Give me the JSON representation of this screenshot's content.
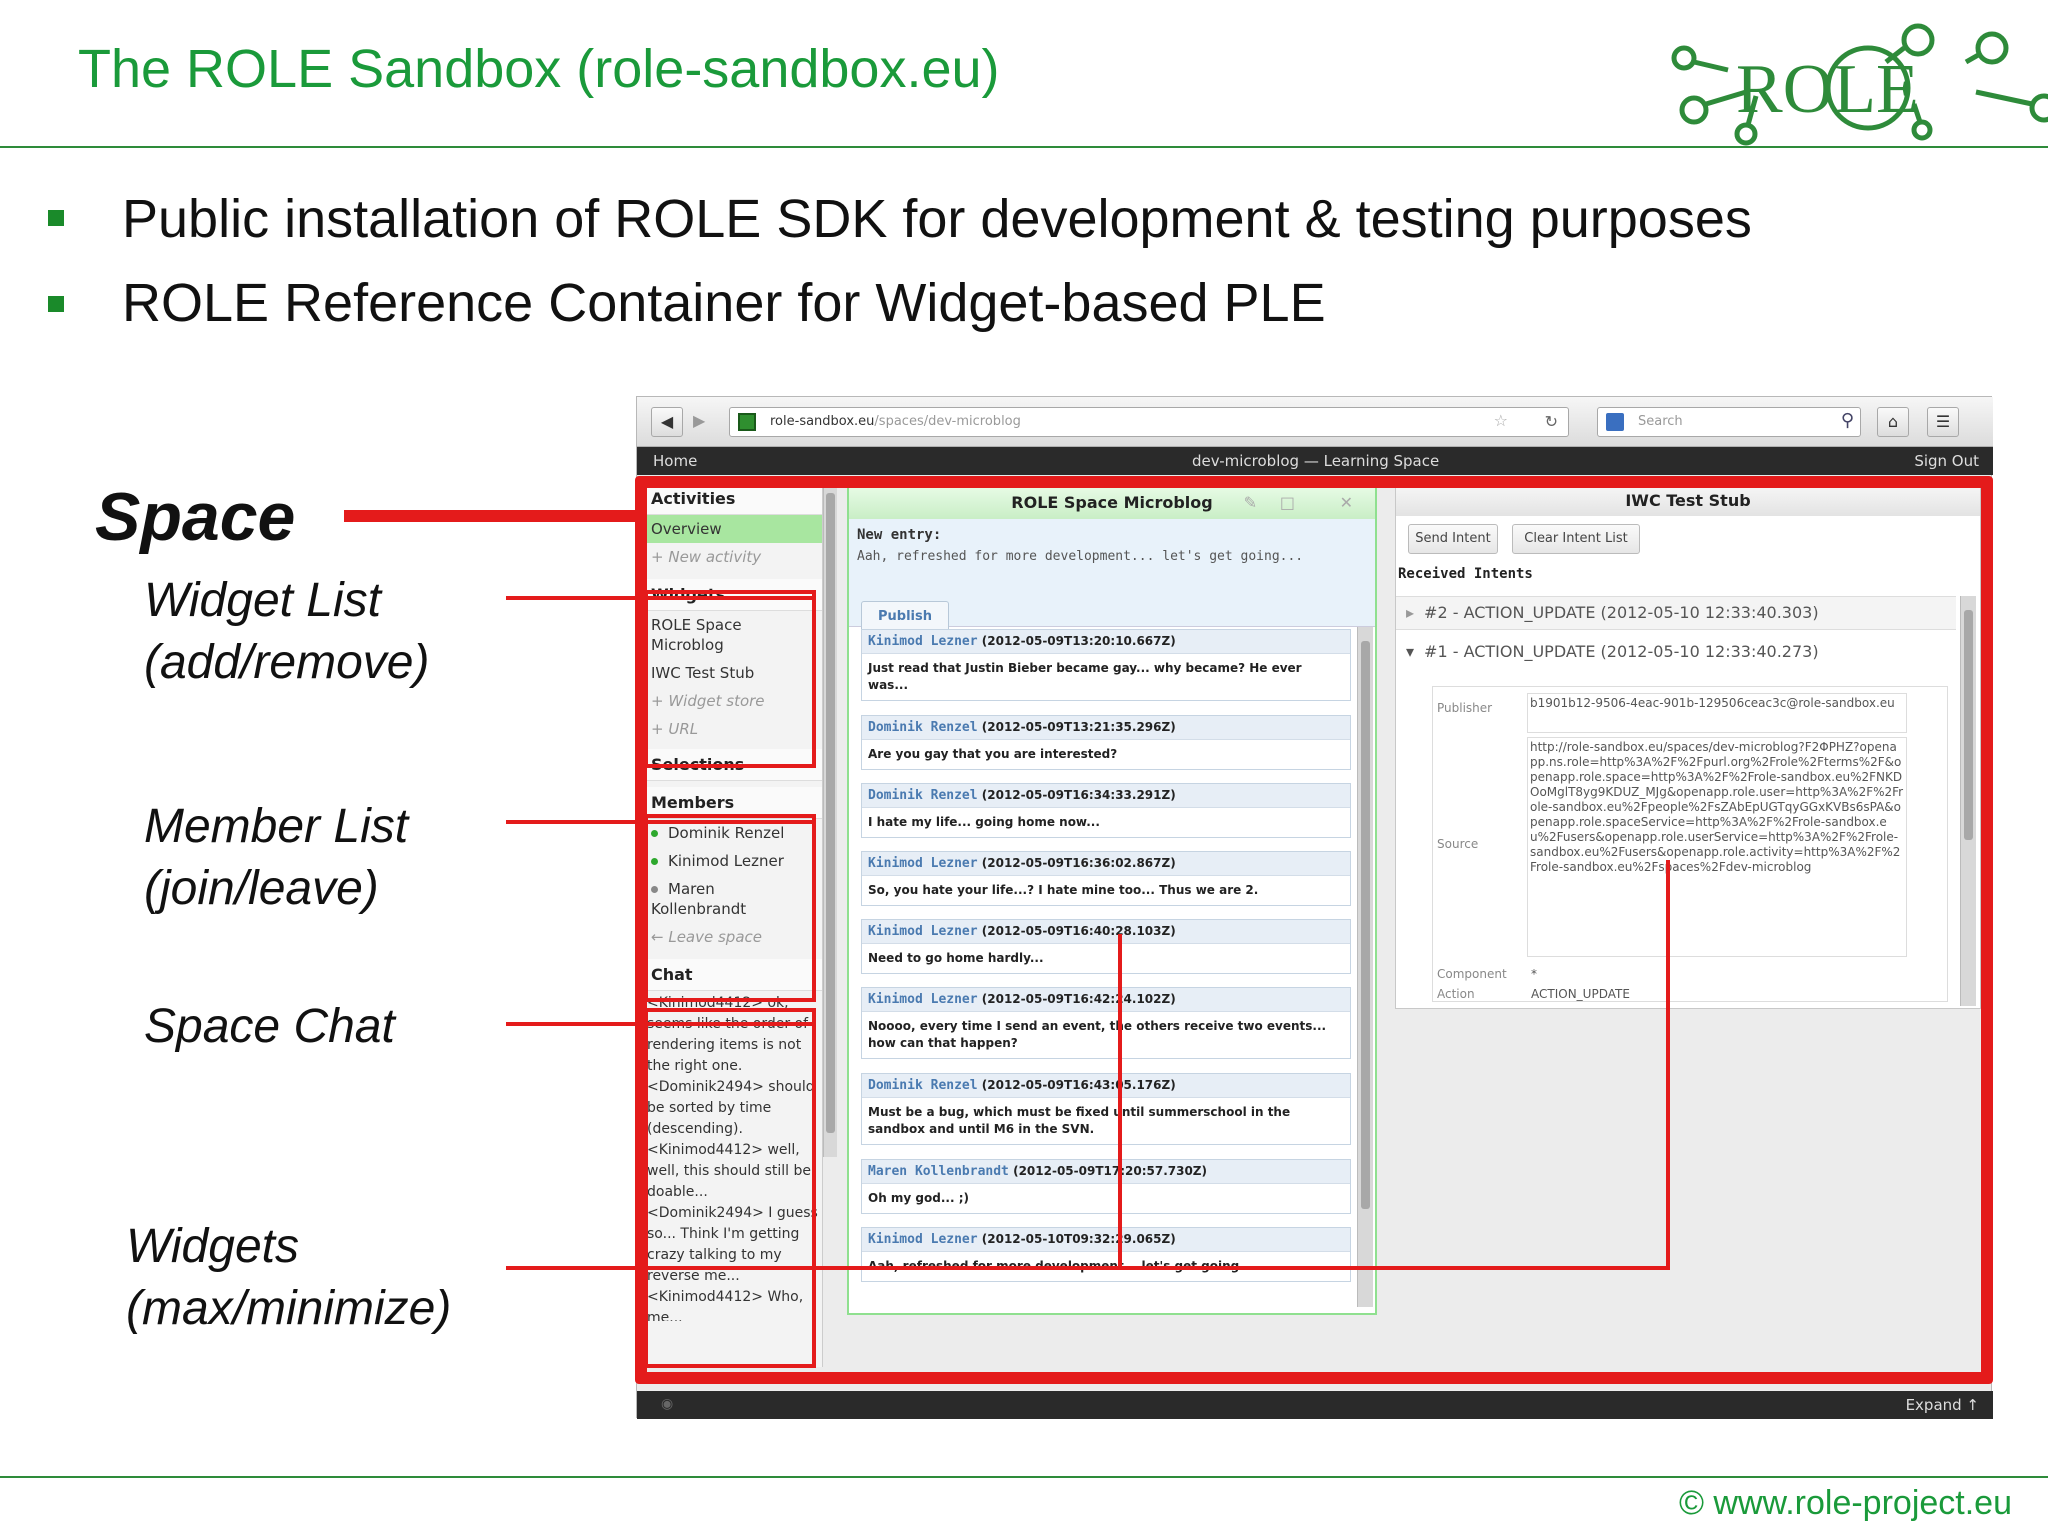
{
  "slide": {
    "title": "The ROLE Sandbox (role-sandbox.eu)",
    "bullets": [
      "Public installation of ROLE SDK for development & testing purposes",
      "ROLE Reference Container for Widget-based PLE"
    ],
    "footer": "© www.role-project.eu",
    "logo_text": "ROLE"
  },
  "annotations": {
    "space": "Space",
    "widget_list": [
      "Widget List",
      "(add/remove)"
    ],
    "member_list": [
      "Member List",
      "(join/leave)"
    ],
    "space_chat": "Space Chat",
    "widgets": [
      "Widgets",
      "(max/minimize)"
    ]
  },
  "browser": {
    "url_host": "role-sandbox.eu",
    "url_path": "/spaces/dev-microblog",
    "search_placeholder": "Search",
    "home_link": "Home",
    "center_title": "dev-microblog — Learning Space",
    "sign_out": "Sign Out",
    "expand": "Expand ↑"
  },
  "left_panel": {
    "activities_header": "Activities",
    "overview": "Overview",
    "new_activity": "New activity",
    "widgets_header": "Widgets",
    "widgets": [
      "ROLE Space Microblog",
      "IWC Test Stub"
    ],
    "widget_store": "Widget store",
    "url": "URL",
    "selections_header": "Selections",
    "members_header": "Members",
    "members": [
      "Dominik Renzel",
      "Kinimod Lezner",
      "Maren Kollenbrandt"
    ],
    "leave_space": "Leave space",
    "chat_header": "Chat",
    "chat_text": "<Kinimod4412> ok, seems like the order of rendering items is not the right one.\n<Dominik2494> should be sorted by time (descending).\n<Kinimod4412> well, well, this should still be doable...\n<Dominik2494> I guess so... Think I'm getting crazy talking to my reverse me...\n<Kinimod4412> Who, me..."
  },
  "microblog": {
    "title": "ROLE Space Microblog",
    "entry_label": "New entry:",
    "entry_text": "Aah, refreshed for more development... let's get going...",
    "publish": "Publish",
    "posts": [
      {
        "author": "Kinimod Lezner",
        "time": "(2012-05-09T13:20:10.667Z)",
        "text": "Just read that Justin Bieber became gay... why became? He ever was..."
      },
      {
        "author": "Dominik Renzel",
        "time": "(2012-05-09T13:21:35.296Z)",
        "text": "Are you gay that you are interested?"
      },
      {
        "author": "Dominik Renzel",
        "time": "(2012-05-09T16:34:33.291Z)",
        "text": "I hate my life... going home now..."
      },
      {
        "author": "Kinimod Lezner",
        "time": "(2012-05-09T16:36:02.867Z)",
        "text": "So, you hate your life...? I hate mine too... Thus we are 2."
      },
      {
        "author": "Kinimod Lezner",
        "time": "(2012-05-09T16:40:28.103Z)",
        "text": "Need to go home hardly..."
      },
      {
        "author": "Kinimod Lezner",
        "time": "(2012-05-09T16:42:24.102Z)",
        "text": "Noooo, every time I send an event, the others receive two events... how can that happen?"
      },
      {
        "author": "Dominik Renzel",
        "time": "(2012-05-09T16:43:05.176Z)",
        "text": "Must be a bug, which must be fixed until summerschool in the sandbox and until M6 in the SVN."
      },
      {
        "author": "Maren Kollenbrandt",
        "time": "(2012-05-09T17:20:57.730Z)",
        "text": "Oh my god... ;)"
      },
      {
        "author": "Kinimod Lezner",
        "time": "(2012-05-10T09:32:29.065Z)",
        "text": "Aah, refreshed for more development... let's get going..."
      }
    ]
  },
  "iwc": {
    "title": "IWC Test Stub",
    "send_intent": "Send Intent",
    "clear_list": "Clear Intent List",
    "received": "Received Intents",
    "intents": [
      "#2 - ACTION_UPDATE (2012-05-10 12:33:40.303)",
      "#1 - ACTION_UPDATE (2012-05-10 12:33:40.273)"
    ],
    "publisher_label": "Publisher",
    "publisher_value": "b1901b12-9506-4eac-901b-129506ceac3c@role-sandbox.eu",
    "source_label": "Source",
    "source_value": "http://role-sandbox.eu/spaces/dev-microblog?F2ΦPHZ?openapp.ns.role=http%3A%2F%2Fpurl.org%2Frole%2Fterms%2F&openapp.role.space=http%3A%2F%2Frole-sandbox.eu%2FNKDOoMglT8yg9KDUZ_MJg&openapp.role.user=http%3A%2F%2Frole-sandbox.eu%2Fpeople%2FsZAbEpUGTqyGGxKVBs6sPA&openapp.role.spaceService=http%3A%2F%2Frole-sandbox.eu%2Fusers&openapp.role.userService=http%3A%2F%2Frole-sandbox.eu%2Fusers&openapp.role.activity=http%3A%2F%2Frole-sandbox.eu%2Fspaces%2Fdev-microblog",
    "component_label": "Component",
    "component_value": "*",
    "action_label": "Action",
    "action_value": "ACTION_UPDATE"
  },
  "colors": {
    "title_green": "#1a9a3a",
    "annotation_red": "#e41b1b",
    "widget_border_green": "#8fe08f"
  }
}
